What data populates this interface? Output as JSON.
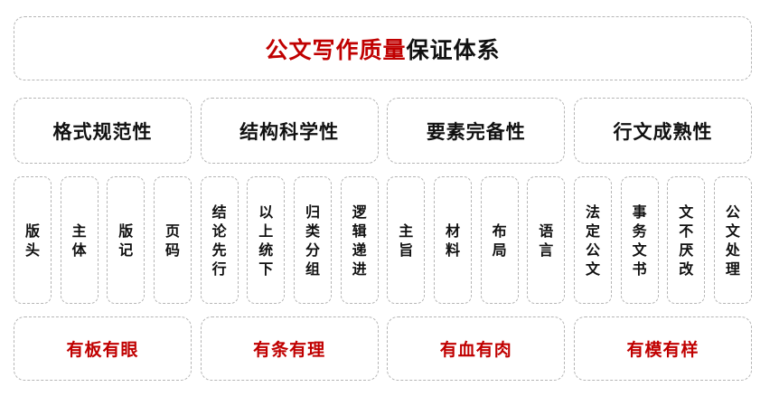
{
  "title": {
    "highlight": "公文写作质量",
    "rest": "保证体系"
  },
  "colors": {
    "accent": "#c00000",
    "text": "#111111",
    "border": "#b5b5b5"
  },
  "groups": [
    {
      "category": "格式规范性",
      "items": [
        "版头",
        "主体",
        "版记",
        "页码"
      ],
      "motto": "有板有眼"
    },
    {
      "category": "结构科学性",
      "items": [
        "结论先行",
        "以上统下",
        "归类分组",
        "逻辑递进"
      ],
      "motto": "有条有理"
    },
    {
      "category": "要素完备性",
      "items": [
        "主旨",
        "材料",
        "布局",
        "语言"
      ],
      "motto": "有血有肉"
    },
    {
      "category": "行文成熟性",
      "items": [
        "法定公文",
        "事务文书",
        "文不厌改",
        "公文处理"
      ],
      "motto": "有模有样"
    }
  ]
}
